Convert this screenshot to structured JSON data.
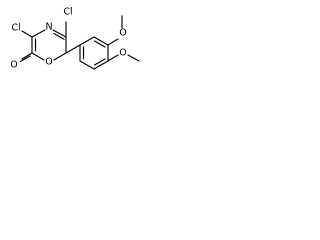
{
  "atoms": {
    "n4": "N",
    "o1": "O",
    "o_carbonyl": "O",
    "cl5": "Cl",
    "cl3": "Cl",
    "o_meo3": "O",
    "o_meo4": "O"
  }
}
